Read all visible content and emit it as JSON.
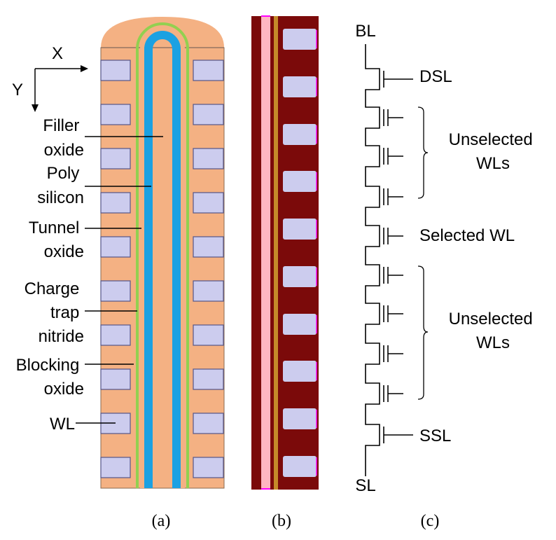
{
  "colors": {
    "filler": "#F4B183",
    "poly": "#1BA1E2",
    "nitride": "#92D050",
    "wl": "#CCCCEE",
    "wl_border": "#555588",
    "dark": "#7B0A0A",
    "pink": "#FFB6C1",
    "gold": "#C58A2A",
    "magenta": "#FF00FF"
  },
  "panel_a": {
    "axis_x": "X",
    "axis_y": "Y",
    "labels": [
      [
        "Filler",
        "oxide"
      ],
      [
        "Poly",
        "silicon"
      ],
      [
        "Tunnel",
        "oxide"
      ],
      [
        "Charge",
        "trap",
        "nitride"
      ],
      [
        "Blocking",
        "oxide"
      ],
      [
        "WL"
      ]
    ],
    "caption": "(a)"
  },
  "panel_b": {
    "caption": "(b)"
  },
  "panel_c": {
    "bl": "BL",
    "sl": "SL",
    "dsl": "DSL",
    "ssl": "SSL",
    "unselected_top": [
      "Unselected",
      "WLs"
    ],
    "selected": "Selected WL",
    "unselected_bottom": [
      "Unselected",
      "WLs"
    ],
    "caption": "(c)"
  }
}
